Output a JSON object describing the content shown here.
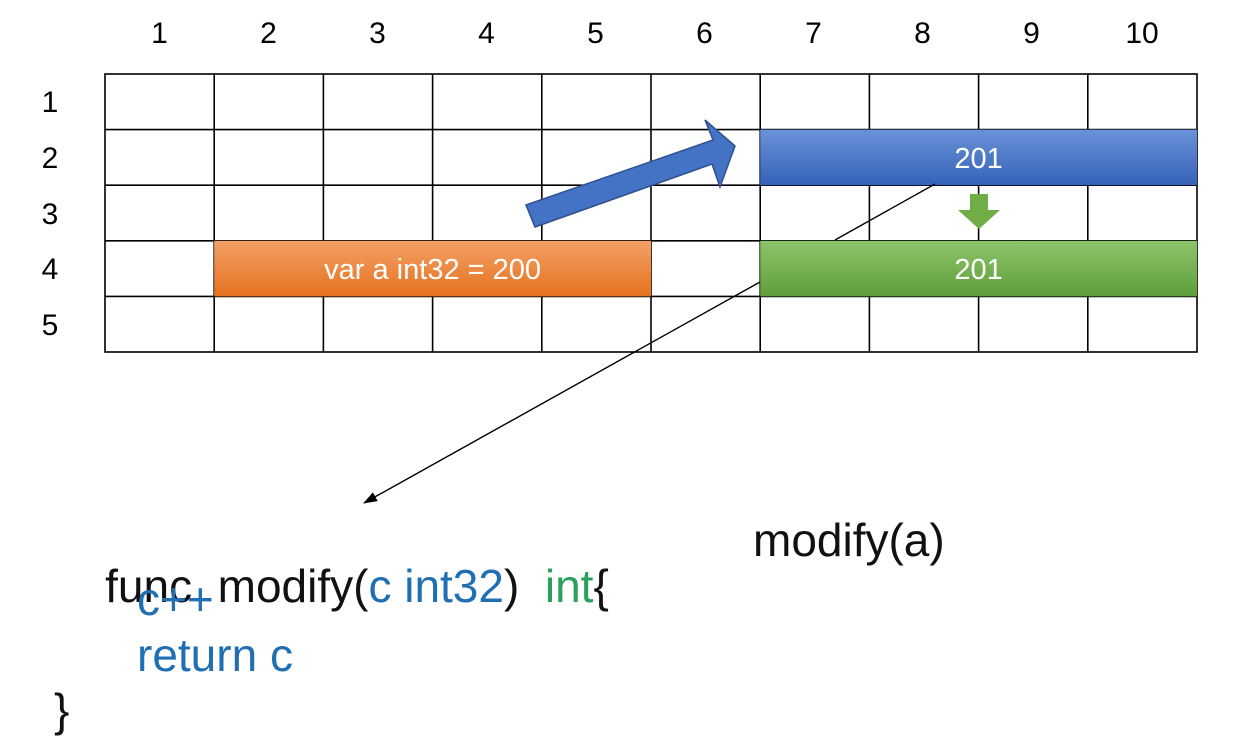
{
  "grid": {
    "columns": [
      "1",
      "2",
      "3",
      "4",
      "5",
      "6",
      "7",
      "8",
      "9",
      "10"
    ],
    "rows": [
      "1",
      "2",
      "3",
      "4",
      "5"
    ]
  },
  "blocks": {
    "orange": {
      "label": "var a int32 = 200",
      "color": "#ed7d31",
      "row": 4,
      "col_start": 2,
      "col_end": 5
    },
    "blue": {
      "label": "201",
      "color": "#4472c4",
      "row": 2,
      "col_start": 7,
      "col_end": 10
    },
    "green": {
      "label": "201",
      "color": "#70ad47",
      "row": 4,
      "col_start": 7,
      "col_end": 10
    }
  },
  "colors": {
    "arrow_blue": "#4472c4",
    "arrow_green": "#70ad47",
    "code_blue": "#1f6fb2",
    "code_green": "#2aa05a"
  },
  "code": {
    "line1": {
      "func": "func  modify(",
      "param": "c int32",
      "close": ")  ",
      "ret_type": "int",
      "brace": "{"
    },
    "line2": "c++",
    "line3": "return c",
    "line4": "}",
    "call": "modify(a)"
  }
}
